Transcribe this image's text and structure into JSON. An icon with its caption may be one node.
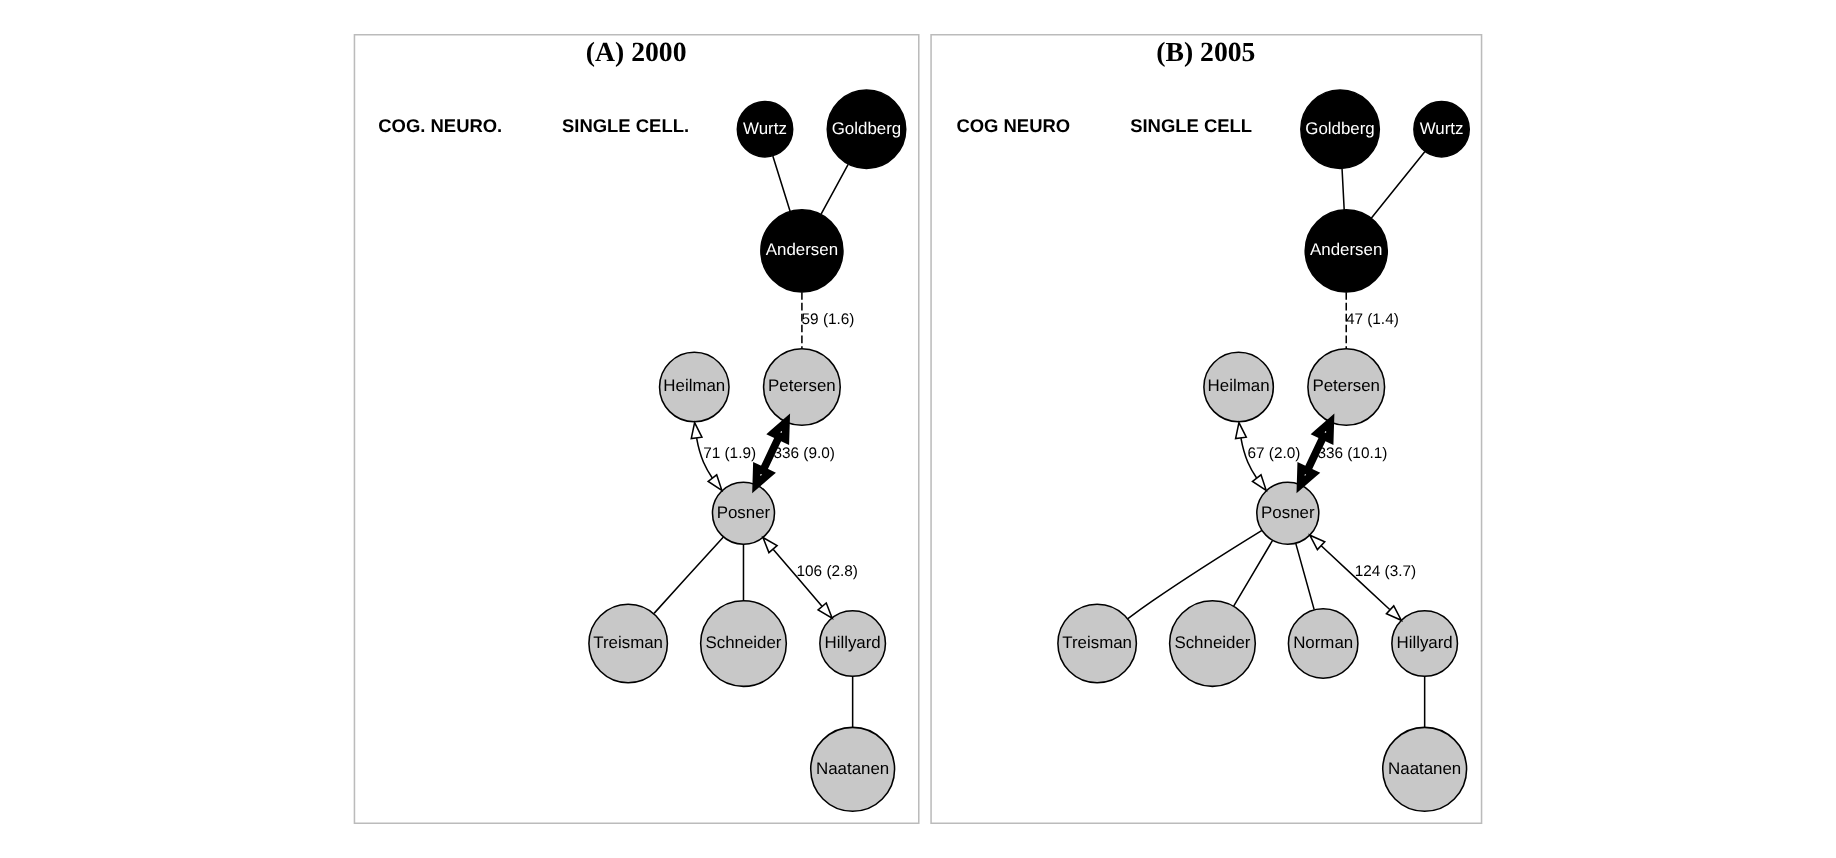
{
  "diagram": {
    "nodes": [
      {
        "text": [
          "(A) 2000"
        ]
      },
      {
        "text": [
          "Goldberg"
        ],
        "in": 0
      },
      {
        "text": [
          "Wurtz"
        ],
        "in": 0
      },
      {
        "text": [
          "Andersen"
        ],
        "in": 0
      },
      {
        "text": [
          "Petersen"
        ],
        "in": 0
      },
      {
        "text": [
          "Posner"
        ],
        "in": 0
      },
      {
        "text": [
          "Heilman"
        ],
        "in": 0
      },
      {
        "text": [
          "Treisman"
        ],
        "in": 0
      },
      {
        "text": [
          "Schneider"
        ],
        "in": 0
      },
      {
        "text": [
          "Hillyard"
        ],
        "in": 0
      },
      {
        "text": [
          "Naatanen"
        ],
        "in": 0
      },
      {
        "text": [
          "(B) 2005"
        ]
      },
      {
        "text": [
          "Wurtz"
        ],
        "in": 11
      },
      {
        "text": [
          "Goldberg"
        ],
        "in": 11
      },
      {
        "text": [
          "Andersen"
        ],
        "in": 11
      },
      {
        "text": [
          "Petersen"
        ],
        "in": 11
      },
      {
        "text": [
          "Posner"
        ],
        "in": 11
      },
      {
        "text": [
          "Heilman"
        ],
        "in": 11
      },
      {
        "text": [
          "Treisman"
        ],
        "in": 11
      },
      {
        "text": [
          "Schneider"
        ],
        "in": 11
      },
      {
        "text": [
          "Norman"
        ],
        "in": 11
      },
      {
        "text": [
          "Hillyard"
        ],
        "in": 11
      },
      {
        "text": [
          "Naatanen"
        ],
        "in": 11
      }
    ],
    "edges": [
      {
        "from": 1,
        "to": 3,
        "arrow": "none"
      },
      {
        "from": 2,
        "to": 3,
        "arrow": "none"
      },
      {
        "from": 3,
        "to": 4,
        "arrow": "none",
        "label": "59 (1.6)",
        "style": "dashed"
      },
      {
        "from": 4,
        "to": 5,
        "arrow": "both",
        "label": "336 (9.0)",
        "style": "thick"
      },
      {
        "from": 6,
        "to": 5,
        "arrow": "both",
        "label": "71 (1.9)"
      },
      {
        "from": 5,
        "to": 7,
        "arrow": "none"
      },
      {
        "from": 5,
        "to": 8,
        "arrow": "none"
      },
      {
        "from": 5,
        "to": 9,
        "arrow": "both",
        "label": "106 (2.8)"
      },
      {
        "from": 9,
        "to": 10,
        "arrow": "none"
      },
      {
        "from": 12,
        "to": 14,
        "arrow": "none"
      },
      {
        "from": 13,
        "to": 14,
        "arrow": "none"
      },
      {
        "from": 14,
        "to": 15,
        "arrow": "none",
        "label": "47 (1.4)",
        "style": "dashed"
      },
      {
        "from": 15,
        "to": 16,
        "arrow": "both",
        "label": "336 (10.1)",
        "style": "thick"
      },
      {
        "from": 17,
        "to": 16,
        "arrow": "both",
        "label": "67 (2.0)"
      },
      {
        "from": 16,
        "to": 18,
        "arrow": "none"
      },
      {
        "from": 16,
        "to": 19,
        "arrow": "none"
      },
      {
        "from": 16,
        "to": 20,
        "arrow": "none"
      },
      {
        "from": 16,
        "to": 21,
        "arrow": "both",
        "label": "124 (3.7)"
      },
      {
        "from": 21,
        "to": 22,
        "arrow": "none"
      }
    ],
    "labels": [
      "SINGLE CELL.",
      "COG. NEURO.",
      "SINGLE CELL",
      "COG NEURO"
    ]
  }
}
